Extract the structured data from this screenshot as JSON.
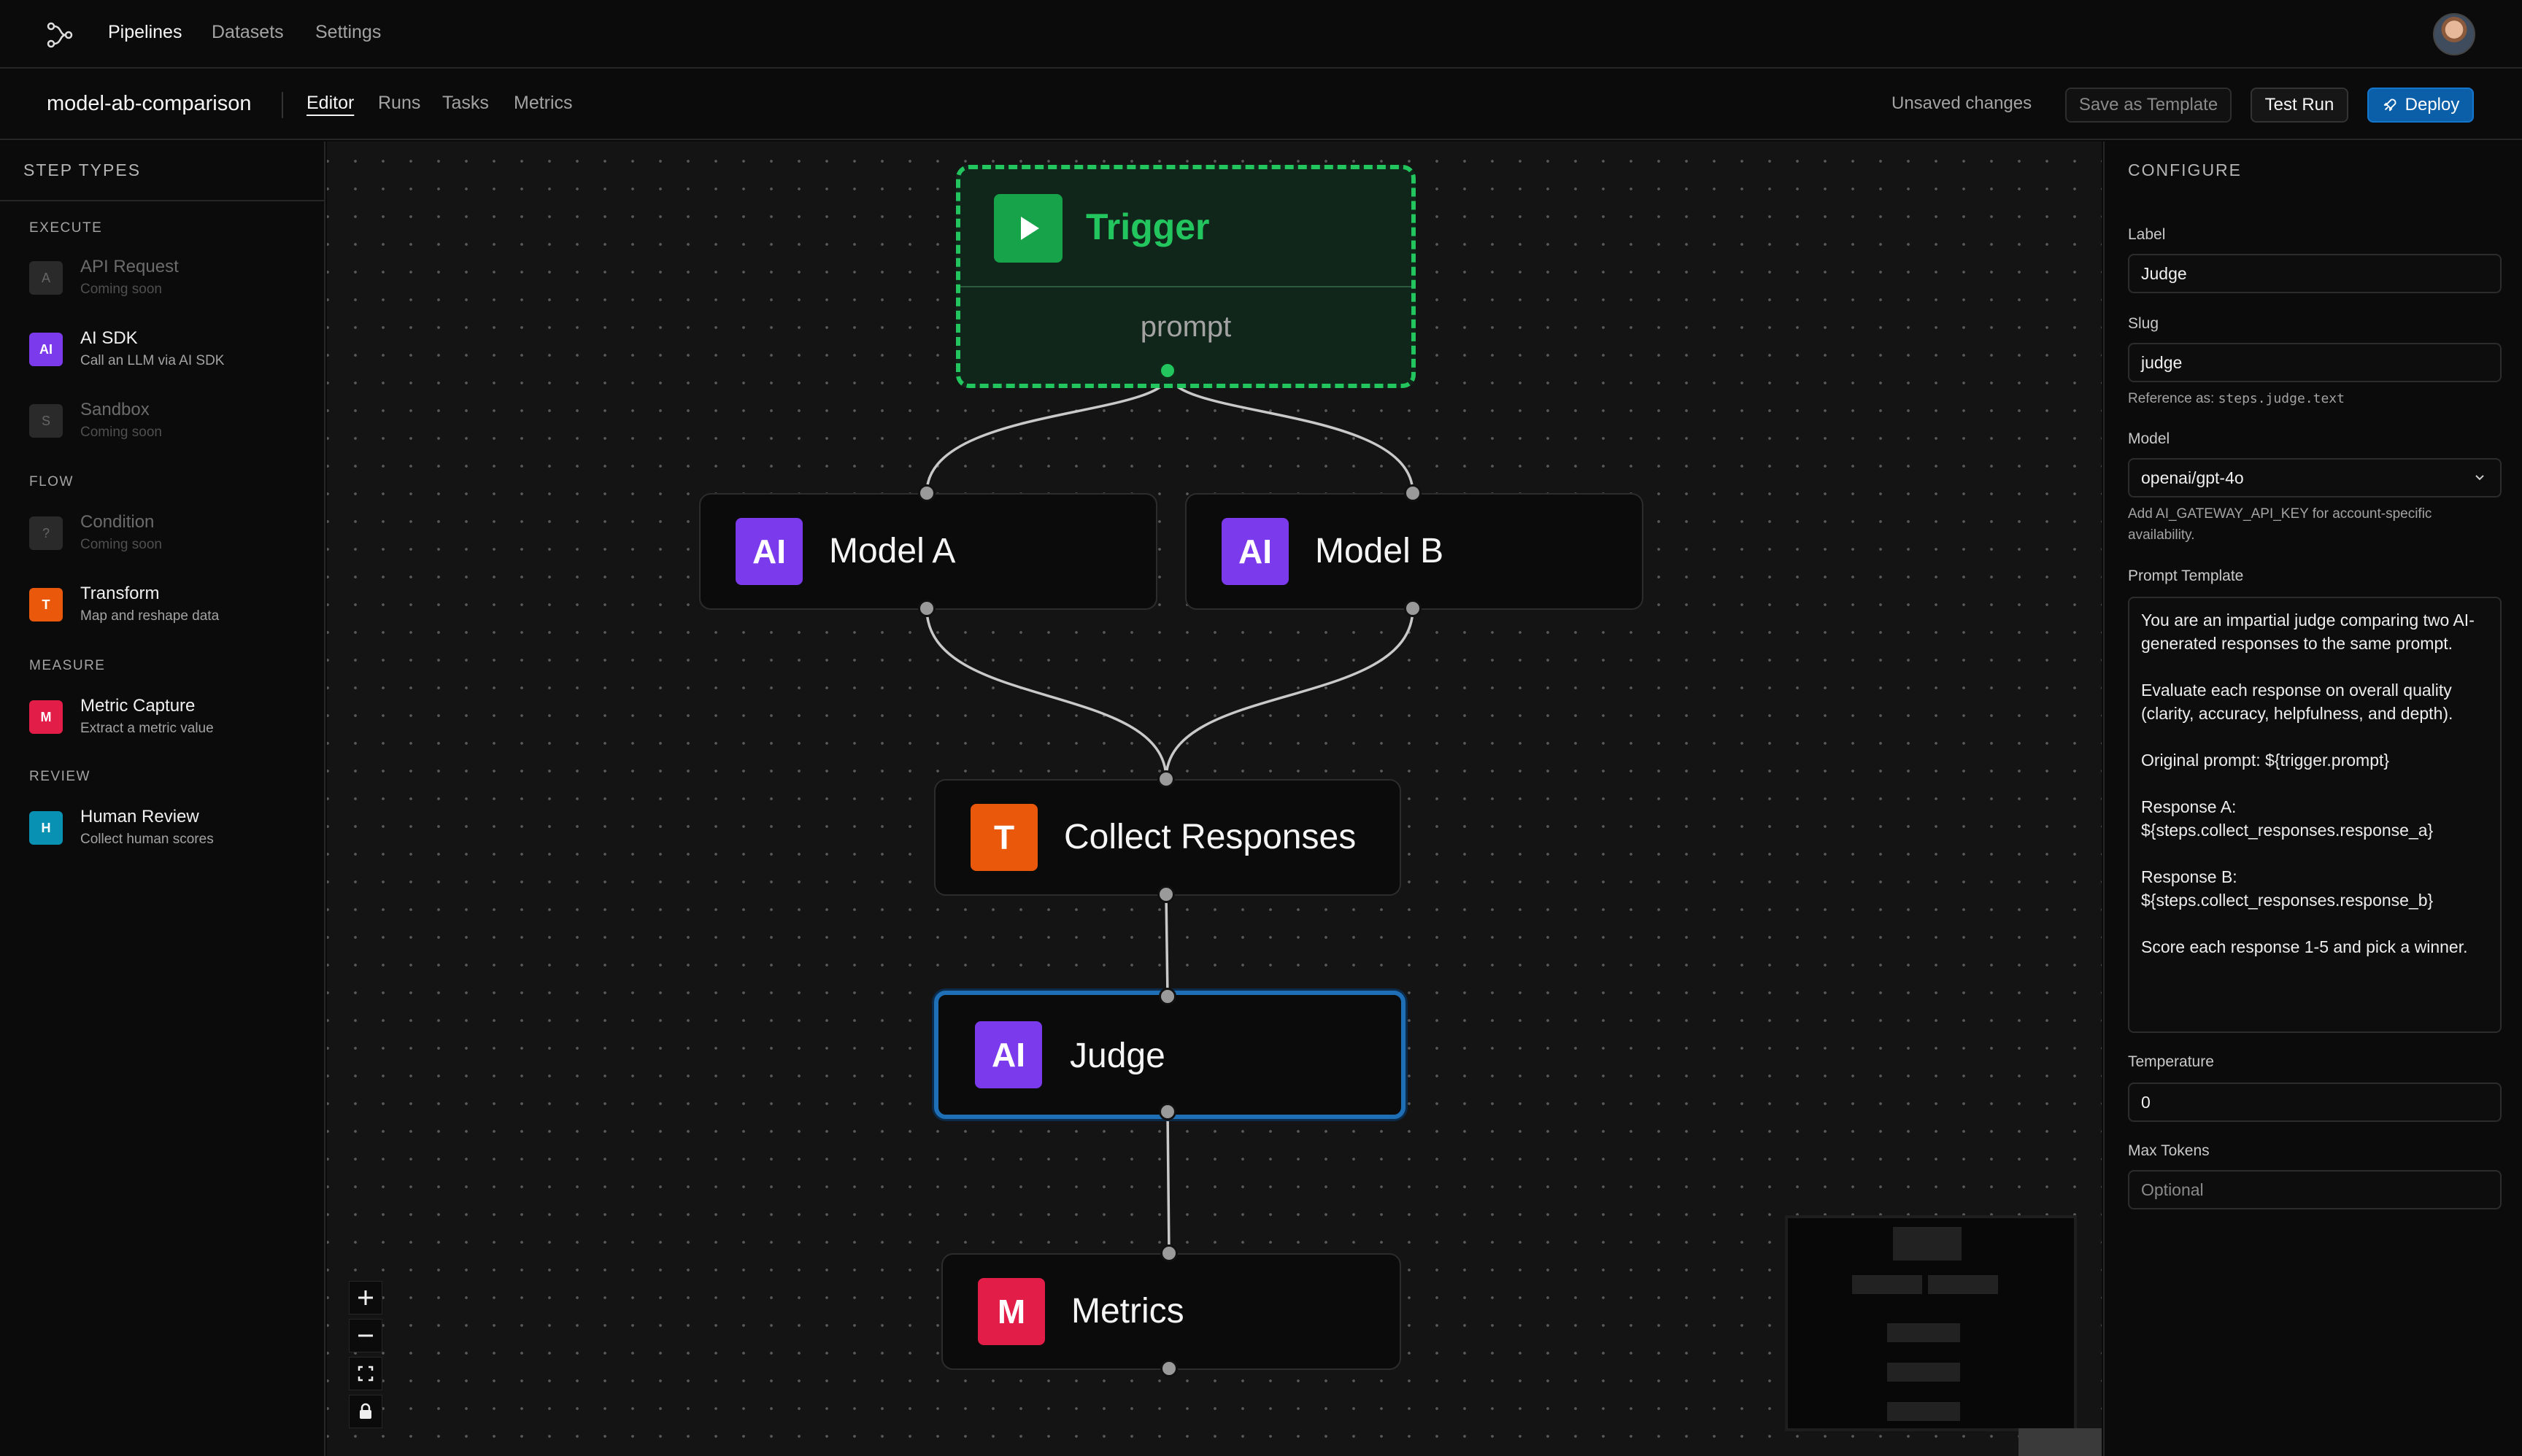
{
  "topnav": {
    "links": [
      "Pipelines",
      "Datasets",
      "Settings"
    ]
  },
  "subbar": {
    "project_name": "model-ab-comparison",
    "tabs": [
      "Editor",
      "Runs",
      "Tasks",
      "Metrics"
    ],
    "active_tab": "Editor",
    "status": "Unsaved changes",
    "save_template_label": "Save as Template",
    "test_run_label": "Test Run",
    "deploy_label": "Deploy"
  },
  "sidebar": {
    "title": "STEP TYPES",
    "groups": [
      {
        "label": "EXECUTE",
        "items": [
          {
            "icon": "A",
            "name": "API Request",
            "desc": "Coming soon",
            "disabled": true
          },
          {
            "icon": "AI",
            "name": "AI SDK",
            "desc": "Call an LLM via AI SDK",
            "color": "#7c3aed"
          },
          {
            "icon": "S",
            "name": "Sandbox",
            "desc": "Coming soon",
            "disabled": true
          }
        ]
      },
      {
        "label": "FLOW",
        "items": [
          {
            "icon": "?",
            "name": "Condition",
            "desc": "Coming soon",
            "disabled": true
          },
          {
            "icon": "T",
            "name": "Transform",
            "desc": "Map and reshape data",
            "color": "#ea580c"
          }
        ]
      },
      {
        "label": "MEASURE",
        "items": [
          {
            "icon": "M",
            "name": "Metric Capture",
            "desc": "Extract a metric value",
            "color": "#e11d48"
          }
        ]
      },
      {
        "label": "REVIEW",
        "items": [
          {
            "icon": "H",
            "name": "Human Review",
            "desc": "Collect human scores",
            "color": "#0891b2"
          }
        ]
      }
    ]
  },
  "canvas": {
    "trigger": {
      "title": "Trigger",
      "subtitle": "prompt",
      "color": "#22c55e"
    },
    "nodes": {
      "model_a": {
        "icon": "AI",
        "title": "Model A",
        "color": "#7c3aed"
      },
      "model_b": {
        "icon": "AI",
        "title": "Model B",
        "color": "#7c3aed"
      },
      "collect": {
        "icon": "T",
        "title": "Collect Responses",
        "color": "#ea580c"
      },
      "judge": {
        "icon": "AI",
        "title": "Judge",
        "color": "#7c3aed",
        "selected": true
      },
      "metrics": {
        "icon": "M",
        "title": "Metrics",
        "color": "#e11d48"
      }
    },
    "controls": [
      "zoom-in",
      "zoom-out",
      "fit-view",
      "lock"
    ]
  },
  "config": {
    "title": "CONFIGURE",
    "label": {
      "label": "Label",
      "value": "Judge"
    },
    "slug": {
      "label": "Slug",
      "value": "judge",
      "hint_prefix": "Reference as:",
      "hint_code": "steps.judge.text"
    },
    "model": {
      "label": "Model",
      "value": "openai/gpt-4o",
      "hint": "Add AI_GATEWAY_API_KEY for account-specific availability."
    },
    "prompt": {
      "label": "Prompt Template",
      "value": "You are an impartial judge comparing two AI-generated responses to the same prompt.\n\nEvaluate each response on overall quality (clarity, accuracy, helpfulness, and depth).\n\nOriginal prompt: ${trigger.prompt}\n\nResponse A:\n${steps.collect_responses.response_a}\n\nResponse B:\n${steps.collect_responses.response_b}\n\nScore each response 1-5 and pick a winner."
    },
    "temperature": {
      "label": "Temperature",
      "value": "0"
    },
    "max_tokens": {
      "label": "Max Tokens",
      "placeholder": "Optional"
    }
  }
}
